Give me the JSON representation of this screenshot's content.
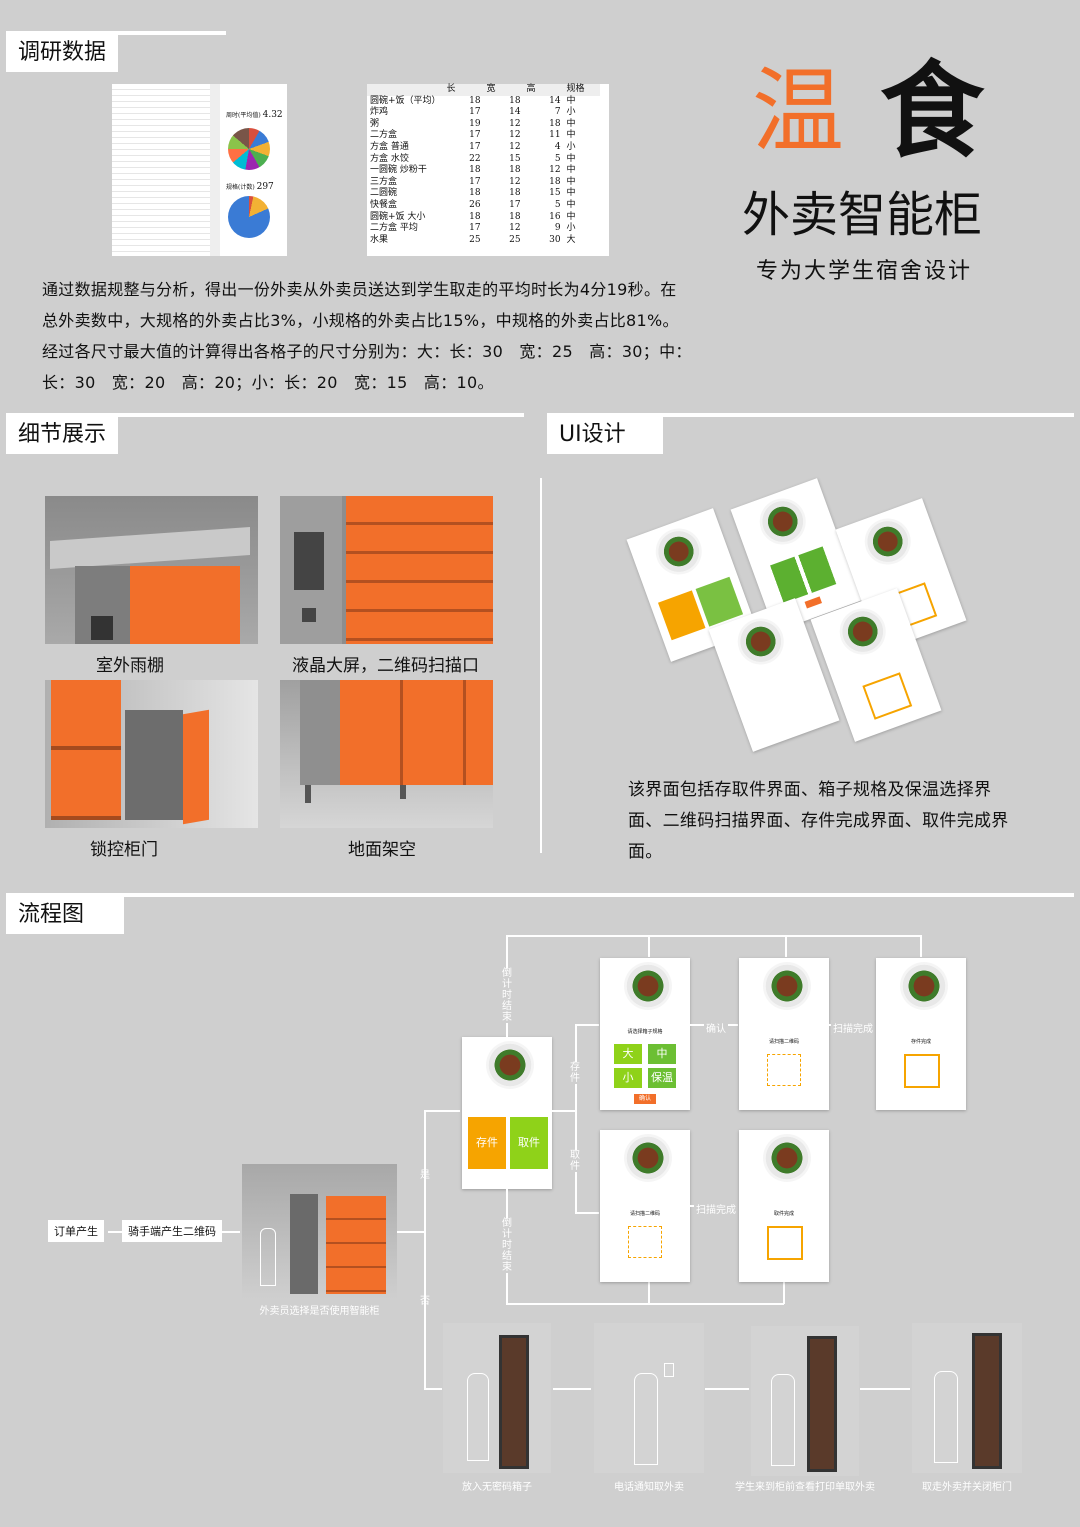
{
  "sections": {
    "research": "调研数据",
    "detail": "细节展示",
    "ui": "UI设计",
    "flow": "流程图"
  },
  "brand": {
    "title_char1": "温",
    "title_char2": "食",
    "product": "外卖智能柜",
    "slogan": "专为大学生宿舍设计",
    "accent": "#f26f2a"
  },
  "research_text": "通过数据规整与分析，得出一份外卖从外卖员送达到学生取走的平均时长为4分19秒。在总外卖数中，大规格的外卖占比3%，小规格的外卖占比15%，中规格的外卖占比81%。经过各尺寸最大值的计算得出各格子的尺寸分别为：大：长：30　宽：25　高：30；中：长：30　宽：20　高：20；小：长：20　宽：15　高：10。",
  "spreadsheet1": {
    "chart1_label": "周时(平均值)",
    "chart1_value": "4.32",
    "chart2_label": "规格(计数)",
    "chart2_value": "297"
  },
  "spreadsheet2": {
    "headers": [
      "",
      "长",
      "宽",
      "高",
      "规格"
    ],
    "rows": [
      [
        "圆碗+饭（平均）",
        "18",
        "18",
        "14",
        "中"
      ],
      [
        "炸鸡",
        "17",
        "14",
        "7",
        "小"
      ],
      [
        "粥",
        "19",
        "12",
        "18",
        "中"
      ],
      [
        "二方盒",
        "17",
        "12",
        "11",
        "中"
      ],
      [
        "方盒 普通",
        "17",
        "12",
        "4",
        "小"
      ],
      [
        "方盒 水饺",
        "22",
        "15",
        "5",
        "中"
      ],
      [
        "一圆碗 炒粉干",
        "18",
        "18",
        "12",
        "中"
      ],
      [
        "三方盒",
        "17",
        "12",
        "18",
        "中"
      ],
      [
        "二圆碗",
        "18",
        "18",
        "15",
        "中"
      ],
      [
        "快餐盒",
        "26",
        "17",
        "5",
        "中"
      ],
      [
        "圆碗+饭 大小",
        "18",
        "18",
        "16",
        "中"
      ],
      [
        "二方盒 平均",
        "17",
        "12",
        "9",
        "小"
      ],
      [
        "水果",
        "25",
        "25",
        "30",
        "大"
      ]
    ]
  },
  "details": [
    {
      "caption": "室外雨棚"
    },
    {
      "caption": "液晶大屏，二维码扫描口"
    },
    {
      "caption": "锁控柜门"
    },
    {
      "caption": "地面架空"
    }
  ],
  "ui_text": "该界面包括存取件界面、箱子规格及保温选择界面、二维码扫描界面、存件完成界面、取件完成界面。",
  "ui_buttons": {
    "store": "存件",
    "pickup": "取件",
    "big": "大",
    "mid": "中",
    "small": "小",
    "warm": "保温",
    "confirm": "确认"
  },
  "flow": {
    "order": "订单产生",
    "qrcode": "骑手端产生二维码",
    "choose": "外卖员选择是否使用智能柜",
    "yes": "是",
    "no": "否",
    "store": "存件",
    "pickup": "取件",
    "timeout_top": "倒计时结束",
    "timeout_bottom": "倒计时结束",
    "confirm": "确认",
    "scan_done1": "扫描完成",
    "scan_done2": "扫描完成",
    "screen_select": "请选择箱子规格",
    "screen_scan": "请扫描二维码",
    "screen_store_done": "存件完成",
    "screen_pick_done": "取件完成",
    "steps": [
      "放入无密码箱子",
      "电话通知取外卖",
      "学生来到柜前查看打印单取外卖",
      "取走外卖并关闭柜门"
    ]
  }
}
